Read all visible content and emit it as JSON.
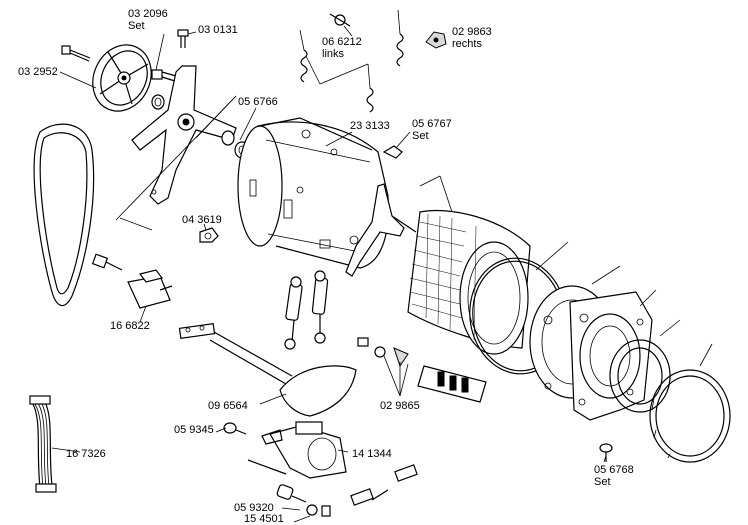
{
  "diagram": {
    "type": "exploded-parts-view",
    "labels": {
      "p032096": {
        "num": "03 2096",
        "sub": "Set"
      },
      "p030131": {
        "num": "03 0131"
      },
      "p066212": {
        "num": "06 6212",
        "sub": "links"
      },
      "p029863": {
        "num": "02 9863",
        "sub": "rechts"
      },
      "p032952": {
        "num": "03 2952"
      },
      "p056766": {
        "num": "05 6766"
      },
      "p233133": {
        "num": "23 3133"
      },
      "p056767": {
        "num": "05 6767",
        "sub": "Set"
      },
      "p043619": {
        "num": "04 3619"
      },
      "p166822": {
        "num": "16 6822"
      },
      "p096564": {
        "num": "09 6564"
      },
      "p029865": {
        "num": "02 9865"
      },
      "p059345": {
        "num": "05 9345"
      },
      "p141344": {
        "num": "14 1344"
      },
      "p167326": {
        "num": "16 7326"
      },
      "p056768": {
        "num": "05 6768",
        "sub": "Set"
      },
      "p059320": {
        "num": "05 9320"
      },
      "p154501": {
        "num": "15 4501"
      }
    }
  }
}
